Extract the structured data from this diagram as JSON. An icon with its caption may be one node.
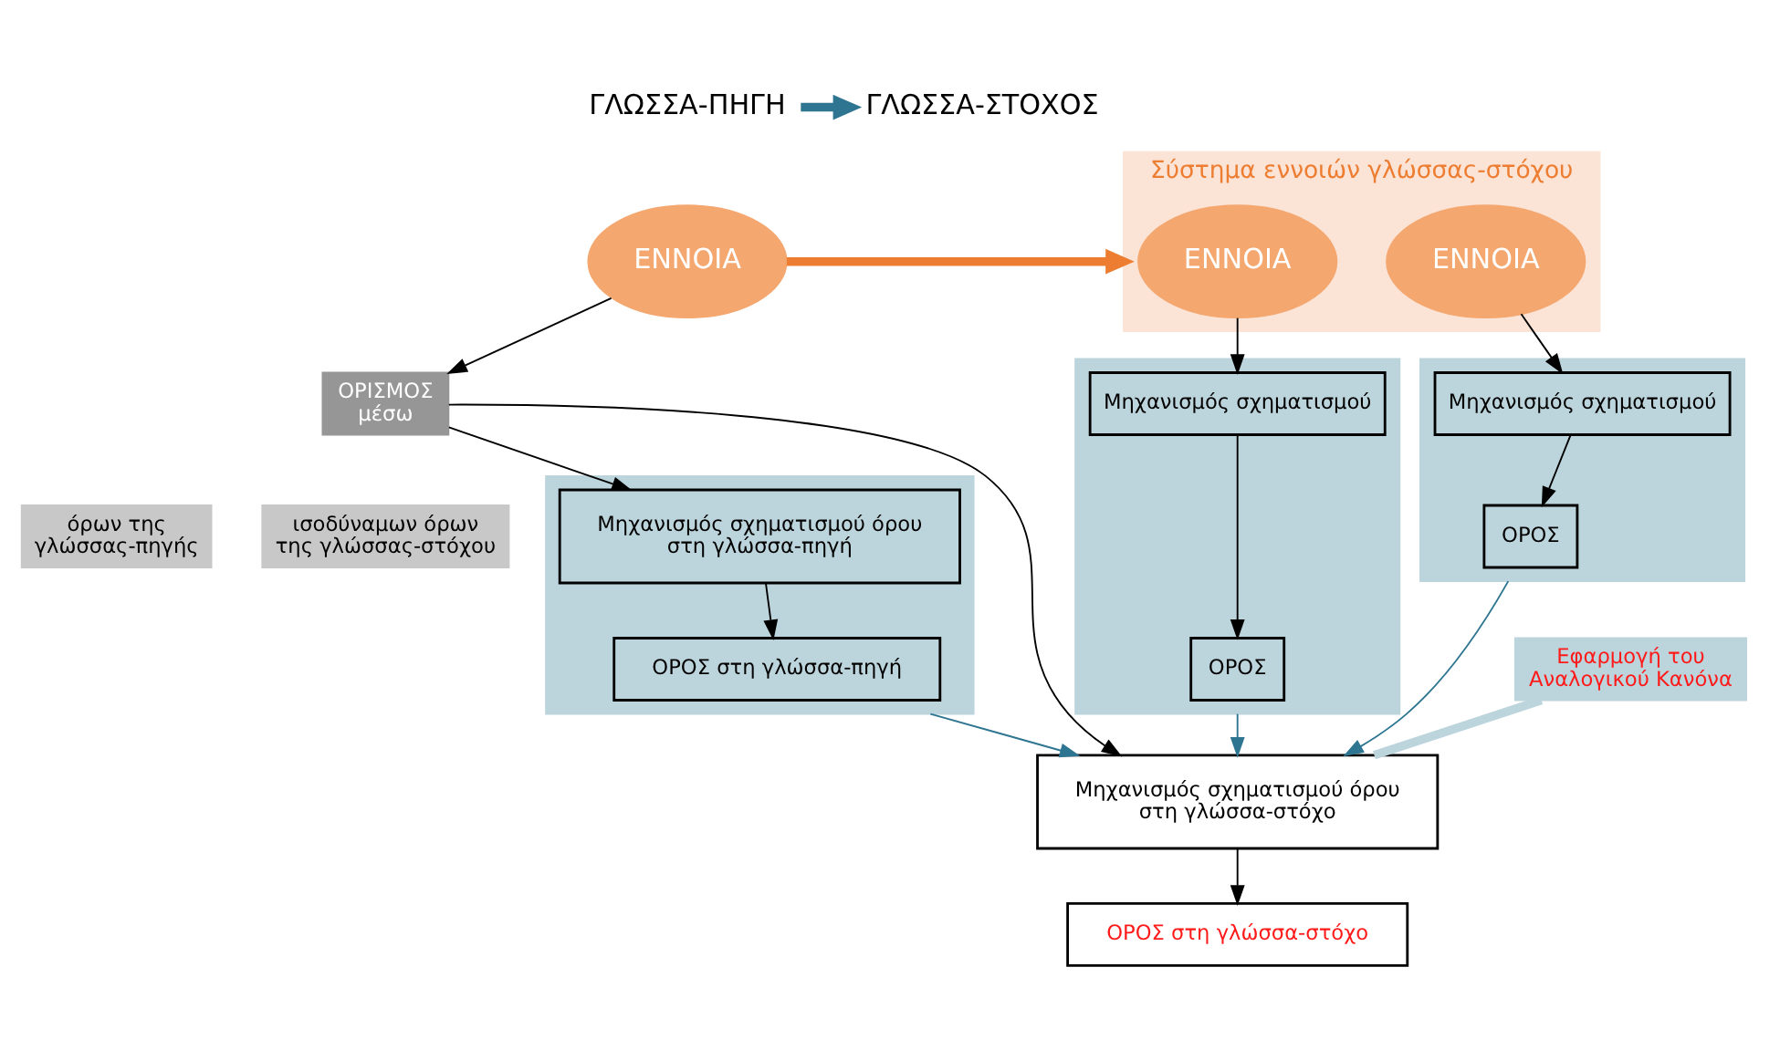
{
  "diagram": {
    "nodes": [
      {
        "text": [
          "ΓΛΩΣΣΑ-ΠΗΓΗ"
        ]
      },
      {
        "text": [
          "ΓΛΩΣΣΑ-ΣΤΟΧΟΣ"
        ]
      },
      {
        "text": [
          "ΕΝΝΟΙΑ"
        ]
      },
      {
        "text": [
          "Σύστημα εννοιών γλώσσας-στόχου"
        ]
      },
      {
        "text": [
          "ΕΝΝΟΙΑ"
        ],
        "in": 3
      },
      {
        "text": [
          "ΕΝΝΟΙΑ"
        ],
        "in": 3
      },
      {
        "text": [
          "ΟΡΙΣΜΟΣ",
          "μέσω"
        ]
      },
      {
        "text": [
          "όρων της γλώσσας-πηγής"
        ]
      },
      {
        "text": [
          "ισοδύναμων όρων της γλώσσας-στόχου"
        ]
      },
      {
        "text": [],
        "shape": "box"
      },
      {
        "text": [
          "Μηχανισμός σχηματισμού"
        ],
        "in": 9
      },
      {
        "text": [
          "ΟΡΟΣ"
        ],
        "in": 9
      },
      {
        "text": [],
        "shape": "box"
      },
      {
        "text": [
          "Μηχανισμός σχηματισμού"
        ],
        "in": 12
      },
      {
        "text": [
          "ΟΡΟΣ"
        ],
        "in": 12
      },
      {
        "text": [],
        "shape": "box"
      },
      {
        "text": [
          "Μηχανισμός σχηματισμού όρου στη γλώσσα-πηγή"
        ],
        "in": 15
      },
      {
        "text": [
          "ΟΡΟΣ στη γλώσσα-πηγή"
        ],
        "in": 15
      },
      {
        "text": [
          "Μηχανισμός σχηματισμού όρου στη γλώσσα-στόχο"
        ]
      },
      {
        "text": [
          "ΟΡΟΣ στη γλώσσα-στόχο"
        ]
      },
      {
        "text": [
          "Εφαρμογή του Αναλογικού Κανόνα"
        ]
      }
    ],
    "edges": [
      {
        "from": 0,
        "to": 1,
        "arrow": "to",
        "style": "thick",
        "color": "#2e7591"
      },
      {
        "from": 2,
        "to": 3,
        "arrow": "to",
        "style": "thick",
        "color": "#ed7d31"
      },
      {
        "from": 2,
        "to": 6,
        "arrow": "to"
      },
      {
        "from": 4,
        "to": 10,
        "arrow": "to"
      },
      {
        "from": 10,
        "to": 11,
        "arrow": "to"
      },
      {
        "from": 5,
        "to": 13,
        "arrow": "to"
      },
      {
        "from": 13,
        "to": 14,
        "arrow": "to"
      },
      {
        "from": 6,
        "to": 16,
        "arrow": "to"
      },
      {
        "from": 6,
        "to": 18,
        "arrow": "to"
      },
      {
        "from": 16,
        "to": 17,
        "arrow": "to"
      },
      {
        "from": 18,
        "to": 19,
        "arrow": "to"
      },
      {
        "from": 15,
        "to": 18,
        "arrow": "to",
        "color": "#2e7591"
      },
      {
        "from": 9,
        "to": 18,
        "arrow": "to",
        "color": "#2e7591"
      },
      {
        "from": 12,
        "to": 18,
        "arrow": "to",
        "color": "#2e7591"
      },
      {
        "from": 20,
        "to": 18,
        "arrow": "none",
        "style": "thick",
        "color": "#bcd4dc"
      }
    ]
  }
}
